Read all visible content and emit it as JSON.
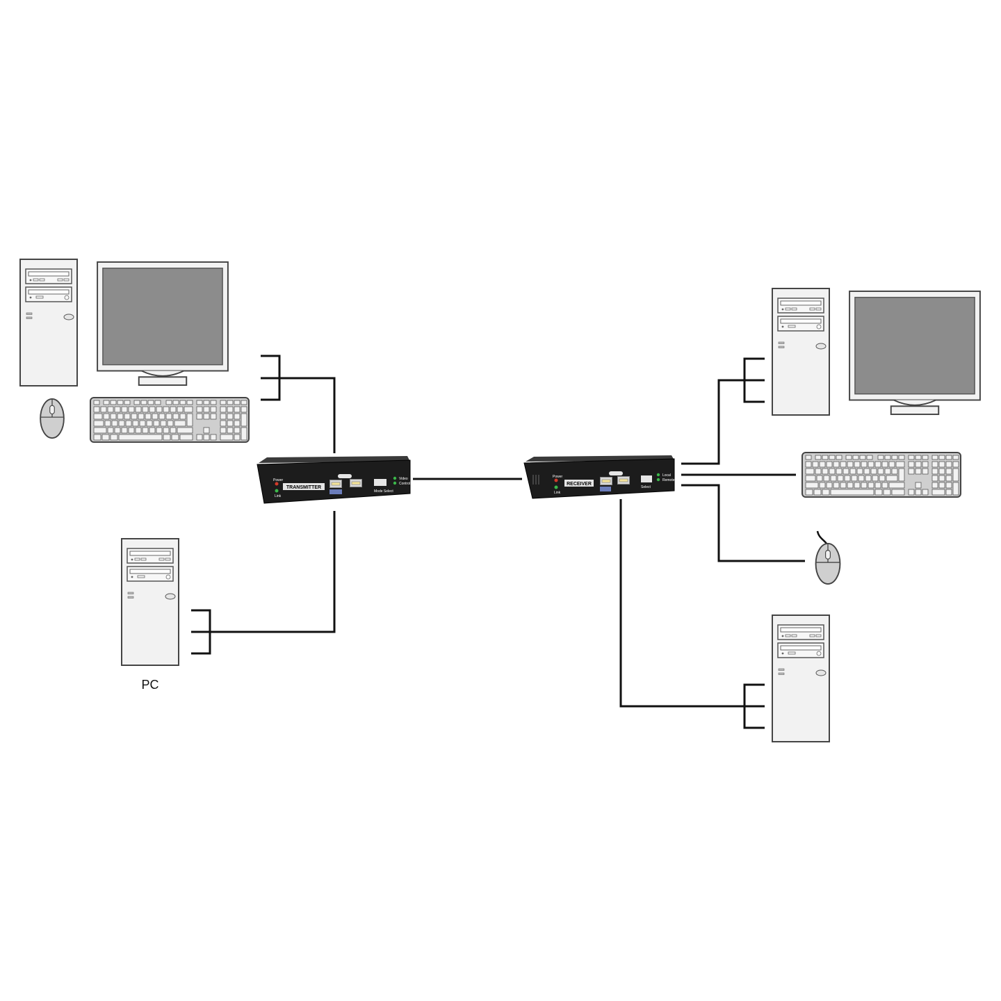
{
  "diagram": {
    "pc_label": "PC",
    "transmitter": {
      "name": "TRANSMITTER",
      "leds": [
        "Power",
        "Link"
      ],
      "status_leds": [
        "Video",
        "Control"
      ],
      "switch_label": "Mode Select"
    },
    "receiver": {
      "name": "RECEIVER",
      "leds": [
        "Power",
        "Link"
      ],
      "status_leds": [
        "Local",
        "Remote"
      ],
      "switch_label": "Select"
    }
  },
  "colors": {
    "line": "#111111",
    "device_face": "#f2f2f2",
    "device_outline": "#444444",
    "screen": "#8c8c8c",
    "box_body": "#1c1c1c",
    "led_power": "#d23a2a",
    "led_status": "#3bb84a"
  },
  "icons": [
    "pc-tower-icon",
    "monitor-icon",
    "keyboard-icon",
    "mouse-icon",
    "kvm-transmitter-icon",
    "kvm-receiver-icon"
  ]
}
